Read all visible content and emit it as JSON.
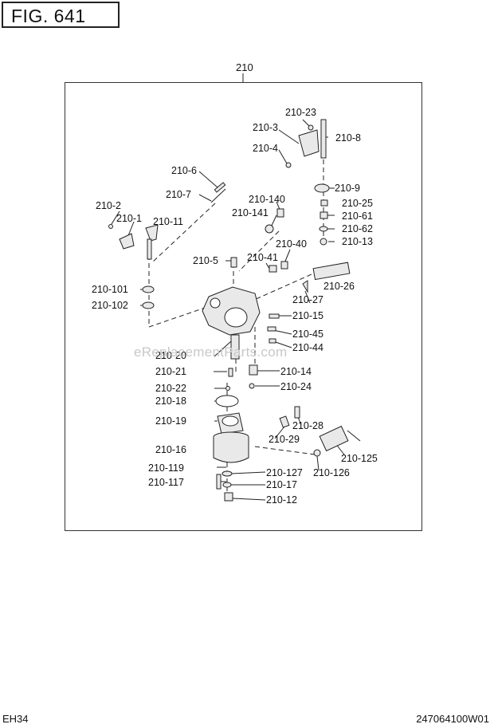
{
  "figure": {
    "title": "FIG. 641"
  },
  "assembly_label": "210",
  "watermark": "eReplacementParts.com",
  "footer": {
    "model": "EH34",
    "doc_number": "247064100W01"
  },
  "callouts": {
    "p210_23": "210-23",
    "p210_3": "210-3",
    "p210_8": "210-8",
    "p210_4": "210-4",
    "p210_6": "210-6",
    "p210_9": "210-9",
    "p210_7": "210-7",
    "p210_140": "210-140",
    "p210_25": "210-25",
    "p210_2": "210-2",
    "p210_141": "210-141",
    "p210_61": "210-61",
    "p210_1": "210-1",
    "p210_11": "210-11",
    "p210_62": "210-62",
    "p210_40": "210-40",
    "p210_13": "210-13",
    "p210_5": "210-5",
    "p210_41": "210-41",
    "p210_26": "210-26",
    "p210_101": "210-101",
    "p210_27": "210-27",
    "p210_102": "210-102",
    "p210_15": "210-15",
    "p210_45": "210-45",
    "p210_44": "210-44",
    "p210_20": "210-20",
    "p210_21": "210-21",
    "p210_14": "210-14",
    "p210_22": "210-22",
    "p210_24": "210-24",
    "p210_18": "210-18",
    "p210_28": "210-28",
    "p210_19": "210-19",
    "p210_29": "210-29",
    "p210_16": "210-16",
    "p210_125": "210-125",
    "p210_119": "210-119",
    "p210_127": "210-127",
    "p210_126": "210-126",
    "p210_117": "210-117",
    "p210_17": "210-17",
    "p210_12": "210-12"
  }
}
